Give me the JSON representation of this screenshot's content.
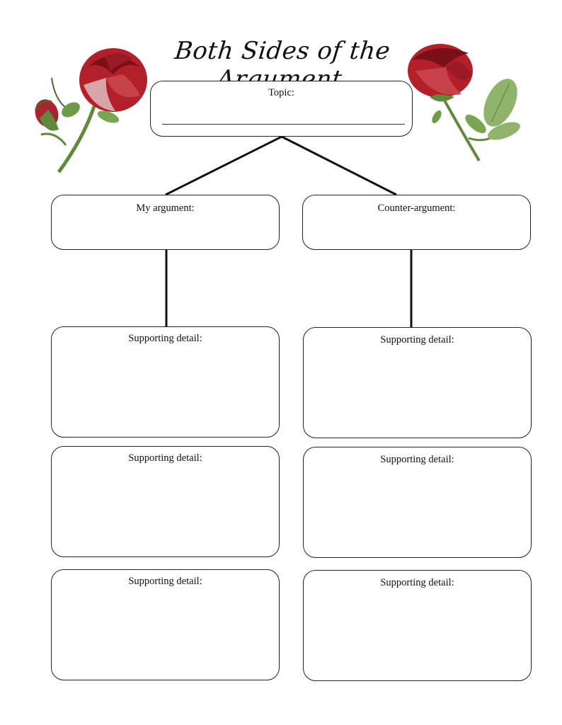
{
  "title": "Both Sides of the Argument",
  "topic": {
    "label": "Topic:",
    "value": ""
  },
  "my_argument": {
    "label": "My argument:",
    "value": ""
  },
  "counter_argument": {
    "label": "Counter-argument:",
    "value": ""
  },
  "left_details": [
    {
      "label": "Supporting detail:",
      "value": ""
    },
    {
      "label": "Supporting detail:",
      "value": ""
    },
    {
      "label": "Supporting detail:",
      "value": ""
    }
  ],
  "right_details": [
    {
      "label": "Supporting detail:",
      "value": ""
    },
    {
      "label": "Supporting detail:",
      "value": ""
    },
    {
      "label": "Supporting detail:",
      "value": ""
    }
  ],
  "colors": {
    "rose_red": "#b3202a",
    "rose_dark": "#7a0f18",
    "leaf_green": "#6f9a4a",
    "ink": "#111111"
  }
}
